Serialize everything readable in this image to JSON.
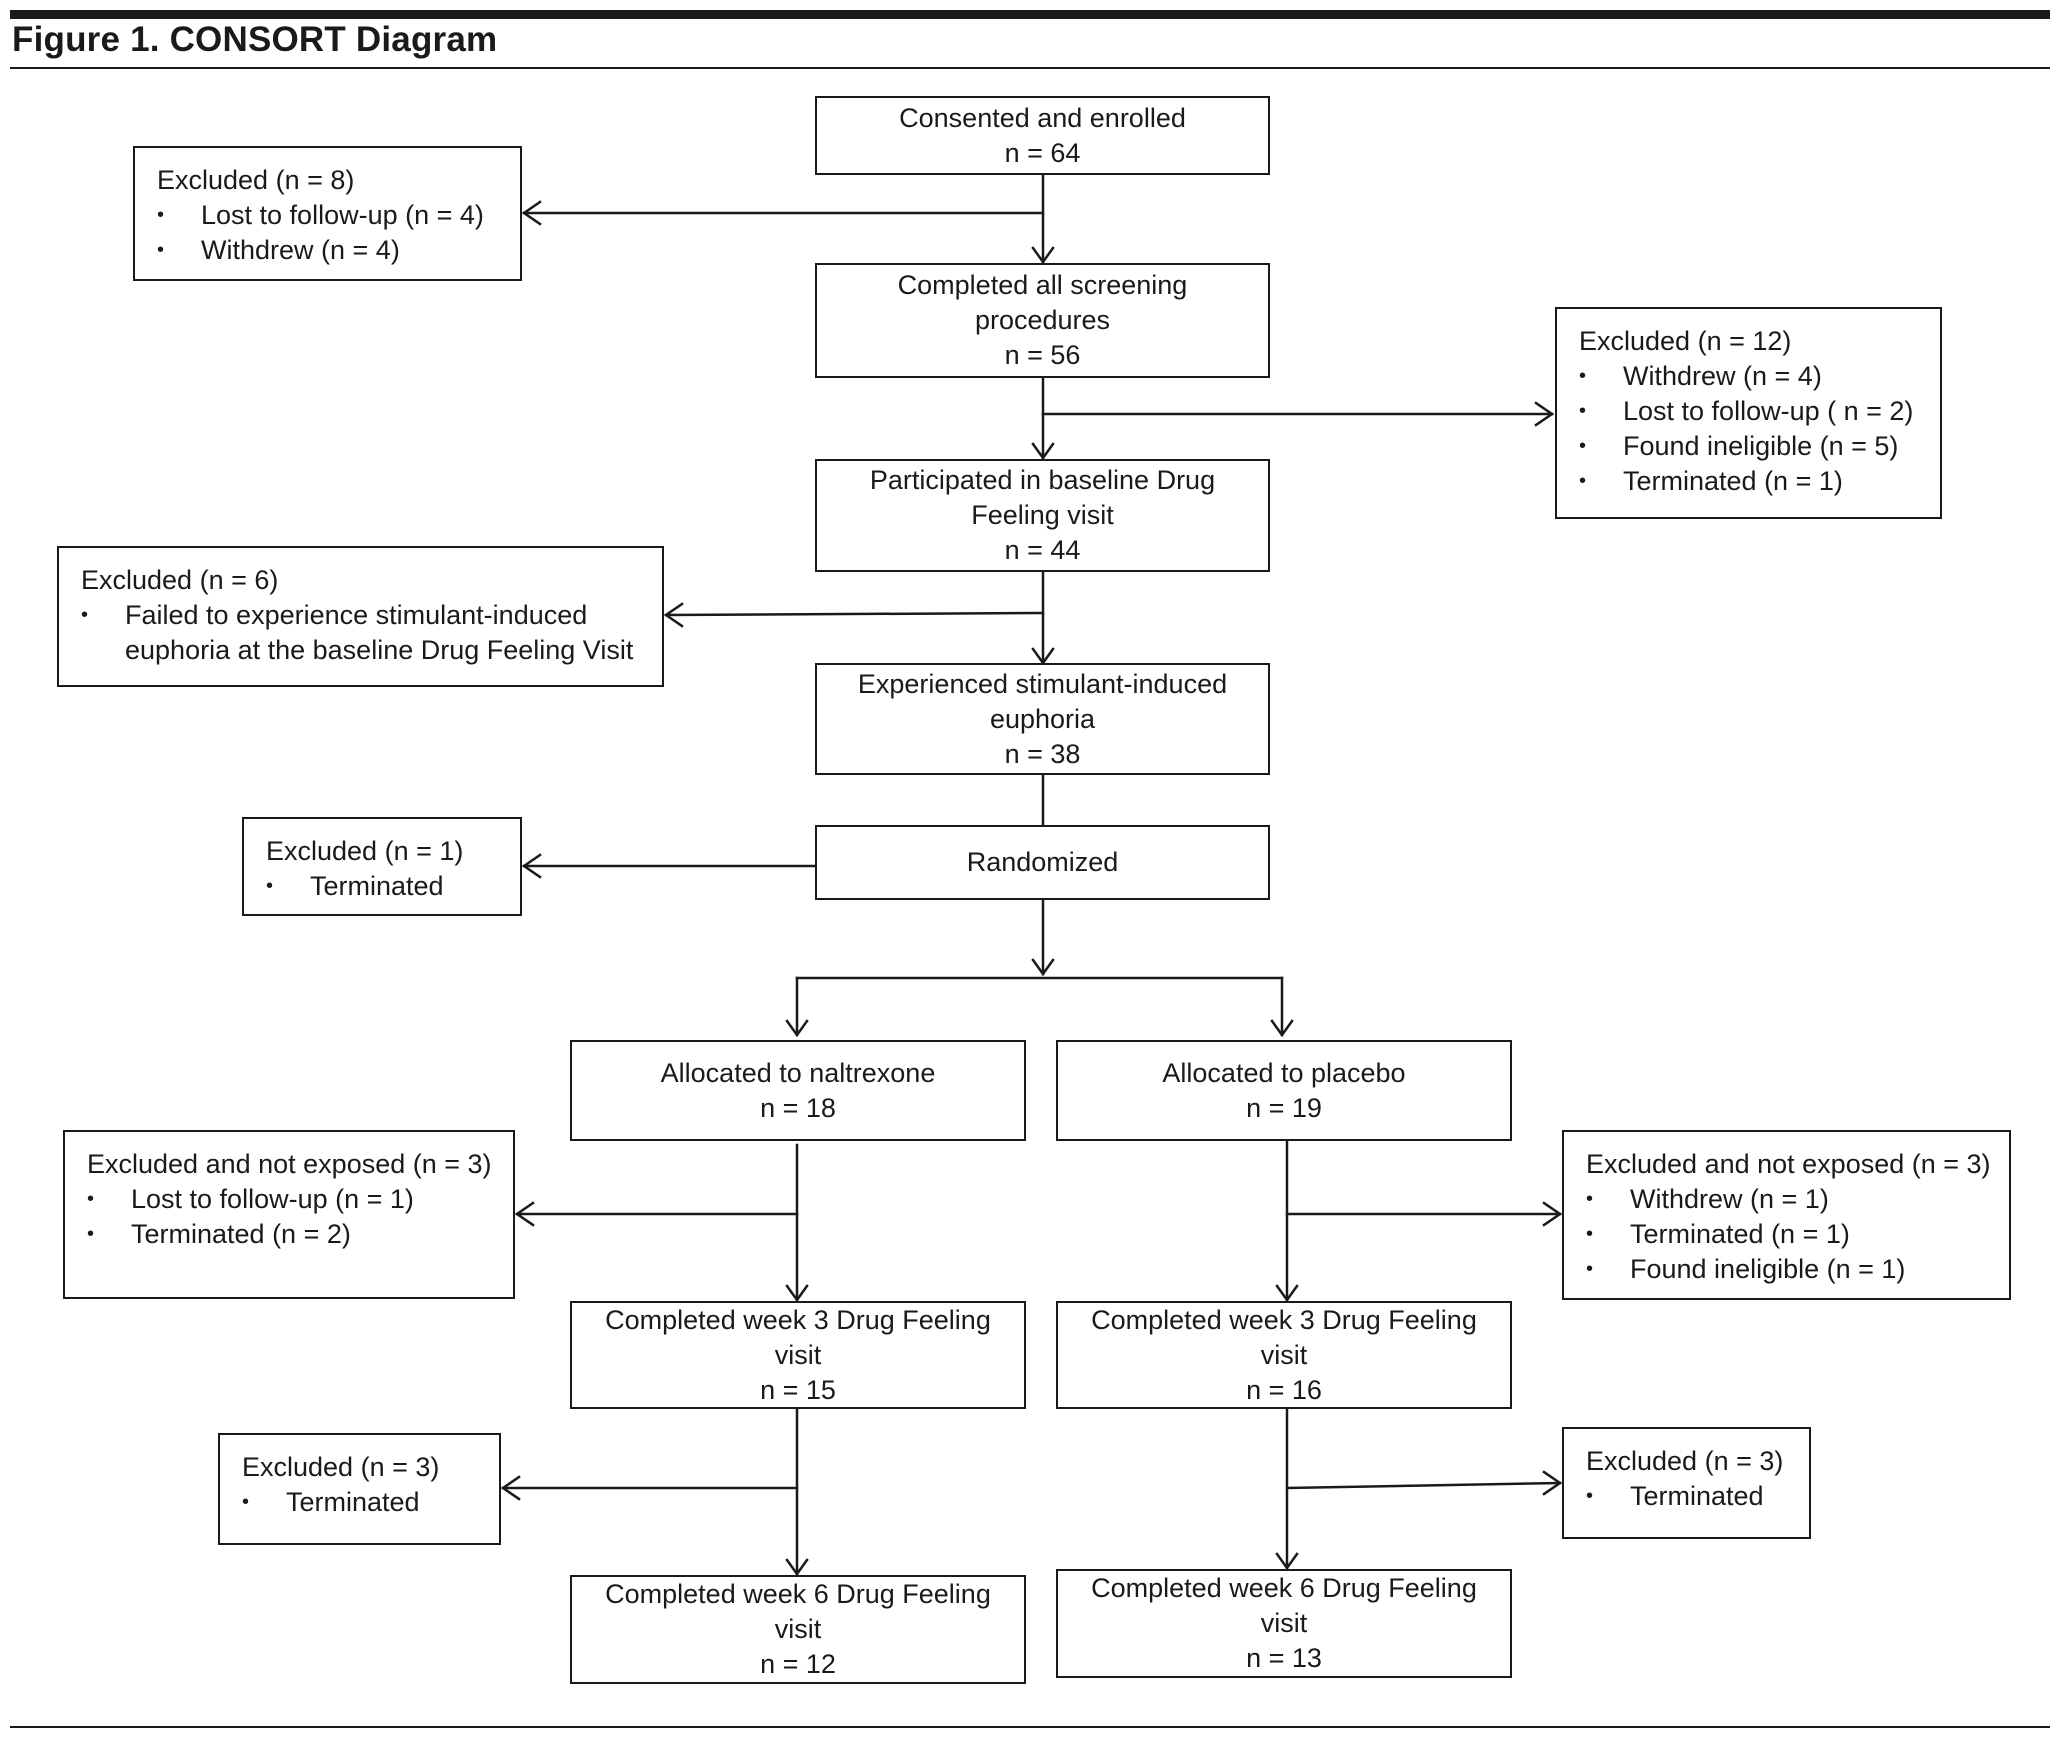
{
  "figure": {
    "title": "Figure 1. CONSORT Diagram"
  },
  "main": [
    {
      "lines": [
        "Consented and enrolled",
        "n = 64"
      ]
    },
    {
      "lines": [
        "Completed all screening",
        "procedures",
        "n = 56"
      ]
    },
    {
      "lines": [
        "Participated in baseline Drug",
        "Feeling visit",
        "n = 44"
      ]
    },
    {
      "lines": [
        "Experienced stimulant-induced",
        "euphoria",
        "n = 38"
      ]
    },
    {
      "lines": [
        "Randomized"
      ]
    }
  ],
  "arms": [
    {
      "allocated": [
        "Allocated to naltrexone",
        "n = 18"
      ],
      "week3": [
        "Completed week 3 Drug Feeling",
        "visit",
        "n = 15"
      ],
      "week6": [
        "Completed week 6 Drug Feeling",
        "visit",
        "n = 12"
      ]
    },
    {
      "allocated": [
        "Allocated to placebo",
        "n = 19"
      ],
      "week3": [
        "Completed week 3 Drug Feeling",
        "visit",
        "n = 16"
      ],
      "week6": [
        "Completed week 6 Drug Feeling",
        "visit",
        "n = 13"
      ]
    }
  ],
  "exclusions": [
    {
      "heading": "Excluded (n = 8)",
      "items": [
        "Lost to follow-up (n = 4)",
        "Withdrew (n = 4)"
      ]
    },
    {
      "heading": "Excluded (n = 12)",
      "items": [
        "Withdrew (n = 4)",
        "Lost to follow-up ( n = 2)",
        "Found ineligible (n = 5)",
        "Terminated (n = 1)"
      ]
    },
    {
      "heading": "Excluded (n = 6)",
      "items": [
        "Failed to experience stimulant-induced",
        "euphoria at the baseline Drug Feeling Visit"
      ]
    },
    {
      "heading": "Excluded (n = 1)",
      "items": [
        "Terminated"
      ]
    },
    {
      "heading": "Excluded and not exposed (n = 3)",
      "items": [
        "Lost to follow-up (n = 1)",
        "Terminated (n = 2)"
      ]
    },
    {
      "heading": "Excluded and not exposed (n = 3)",
      "items": [
        "Withdrew  (n = 1)",
        "Terminated (n = 1)",
        "Found ineligible (n = 1)"
      ]
    },
    {
      "heading": "Excluded (n = 3)",
      "items": [
        "Terminated"
      ]
    },
    {
      "heading": "Excluded (n = 3)",
      "items": [
        "Terminated"
      ]
    }
  ]
}
